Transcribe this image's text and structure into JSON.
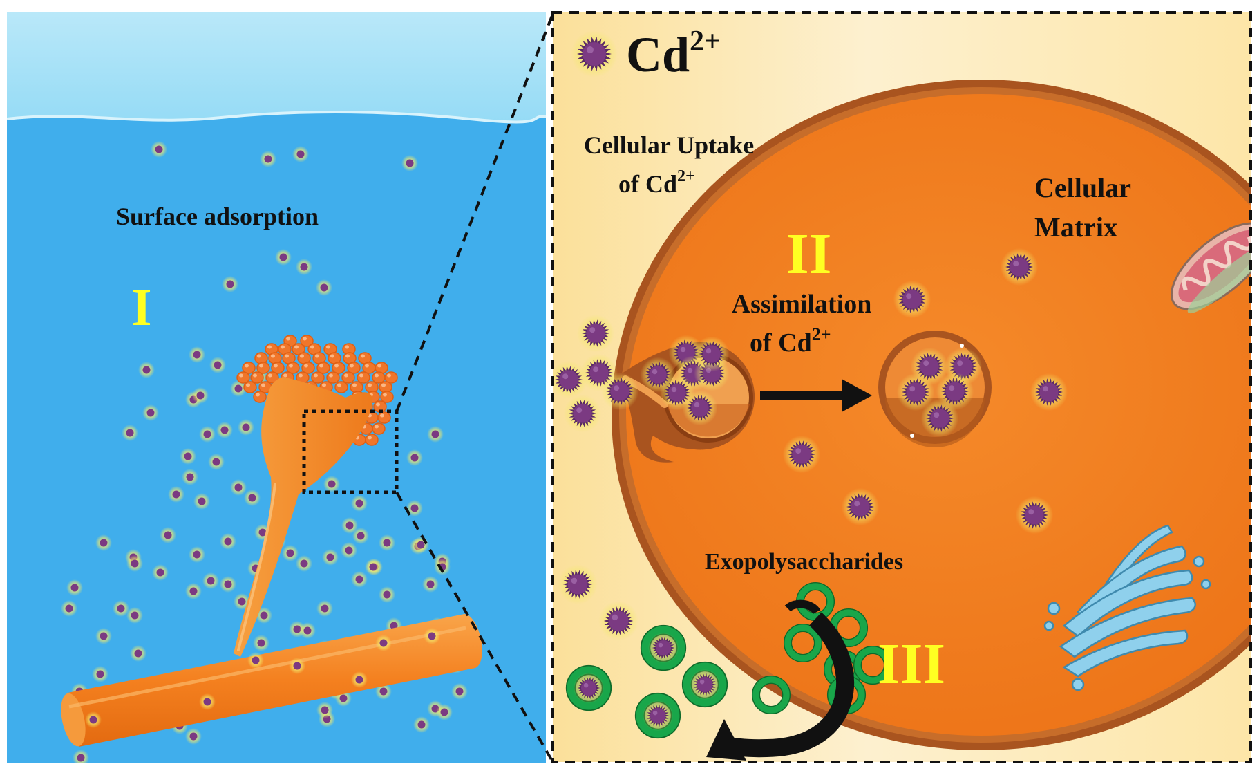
{
  "labels": {
    "surface_adsorption": "Surface adsorption",
    "roman_one": "I",
    "cd_legend": "Cd",
    "cd_charge": "2+",
    "uptake_line1": "Cellular Uptake",
    "uptake_line2": "of Cd",
    "roman_two": "II",
    "assim_line1": "Assimilation",
    "assim_line2": "of Cd",
    "matrix_line1": "Cellular",
    "matrix_line2": "Matrix",
    "exopoly": "Exopolysaccharides",
    "roman_three": "III"
  },
  "colors": {
    "water": "#40aeec",
    "sky": "#a8e1f7",
    "fungus": "#f58220",
    "cell": "#f07c1f",
    "membrane": "#9a4a1c",
    "ion": "#7b3a82",
    "ion_glow": "#f3e96a",
    "exopoly": "#19a64a",
    "roman": "#ffff22",
    "panel_bg": "#fbe6a5"
  },
  "icons": {
    "cd_ion": "spiky-purple-sphere-icon",
    "mitochondrion": "mitochondrion-icon",
    "golgi": "golgi-apparatus-icon",
    "arrow": "black-right-arrow-icon",
    "curved_arrow": "curved-black-arrow-icon"
  }
}
